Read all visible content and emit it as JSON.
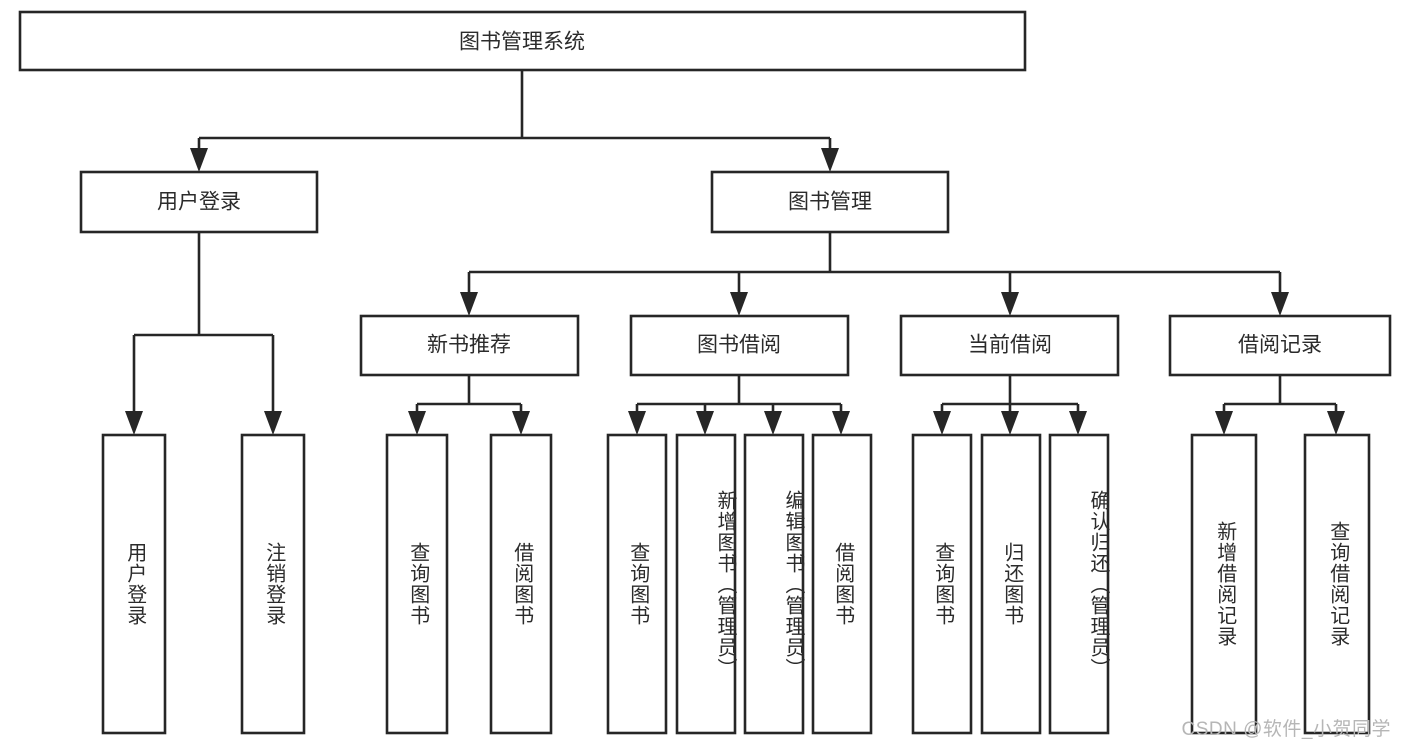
{
  "diagram": {
    "title": "图书管理系统",
    "type": "tree-hierarchy",
    "root": {
      "id": "root",
      "label": "图书管理系统",
      "orientation": "horizontal"
    },
    "level2": [
      {
        "id": "user-login",
        "label": "用户登录",
        "orientation": "horizontal"
      },
      {
        "id": "book-management",
        "label": "图书管理",
        "orientation": "horizontal"
      }
    ],
    "level3": [
      {
        "id": "new-book-recommend",
        "label": "新书推荐",
        "parent": "book-management",
        "orientation": "horizontal"
      },
      {
        "id": "book-borrow",
        "label": "图书借阅",
        "parent": "book-management",
        "orientation": "horizontal"
      },
      {
        "id": "current-borrow",
        "label": "当前借阅",
        "parent": "book-management",
        "orientation": "horizontal"
      },
      {
        "id": "borrow-record",
        "label": "借阅记录",
        "parent": "book-management",
        "orientation": "horizontal"
      }
    ],
    "leaves": [
      {
        "id": "leaf-user-login",
        "label": "用户登录",
        "parent": "user-login",
        "orientation": "vertical"
      },
      {
        "id": "leaf-logout-login",
        "label": "注销登录",
        "parent": "user-login",
        "orientation": "vertical"
      },
      {
        "id": "leaf-query-book-1",
        "label": "查询图书",
        "parent": "new-book-recommend",
        "orientation": "vertical"
      },
      {
        "id": "leaf-borrow-book-1",
        "label": "借阅图书",
        "parent": "new-book-recommend",
        "orientation": "vertical"
      },
      {
        "id": "leaf-query-book-2",
        "label": "查询图书",
        "parent": "book-borrow",
        "orientation": "vertical"
      },
      {
        "id": "leaf-add-book",
        "label": "新增图书（管理员）",
        "parent": "book-borrow",
        "orientation": "vertical"
      },
      {
        "id": "leaf-edit-book",
        "label": "编辑图书（管理员）",
        "parent": "book-borrow",
        "orientation": "vertical"
      },
      {
        "id": "leaf-borrow-book-2",
        "label": "借阅图书",
        "parent": "book-borrow",
        "orientation": "vertical"
      },
      {
        "id": "leaf-query-book-3",
        "label": "查询图书",
        "parent": "current-borrow",
        "orientation": "vertical"
      },
      {
        "id": "leaf-return-book",
        "label": "归还图书",
        "parent": "current-borrow",
        "orientation": "vertical"
      },
      {
        "id": "leaf-confirm-return",
        "label": "确认归还（管理员）",
        "parent": "current-borrow",
        "orientation": "vertical"
      },
      {
        "id": "leaf-add-record",
        "label": "新增借阅记录",
        "parent": "borrow-record",
        "orientation": "vertical"
      },
      {
        "id": "leaf-query-record",
        "label": "查询借阅记录",
        "parent": "borrow-record",
        "orientation": "vertical"
      }
    ],
    "colors": {
      "box_stroke": "#262626",
      "box_fill": "#ffffff",
      "connector": "#262626",
      "text": "#2b2b2b",
      "watermark": "#b6b6b6",
      "background": "#ffffff"
    }
  },
  "watermark": {
    "text": "CSDN @软件_小贺同学"
  }
}
